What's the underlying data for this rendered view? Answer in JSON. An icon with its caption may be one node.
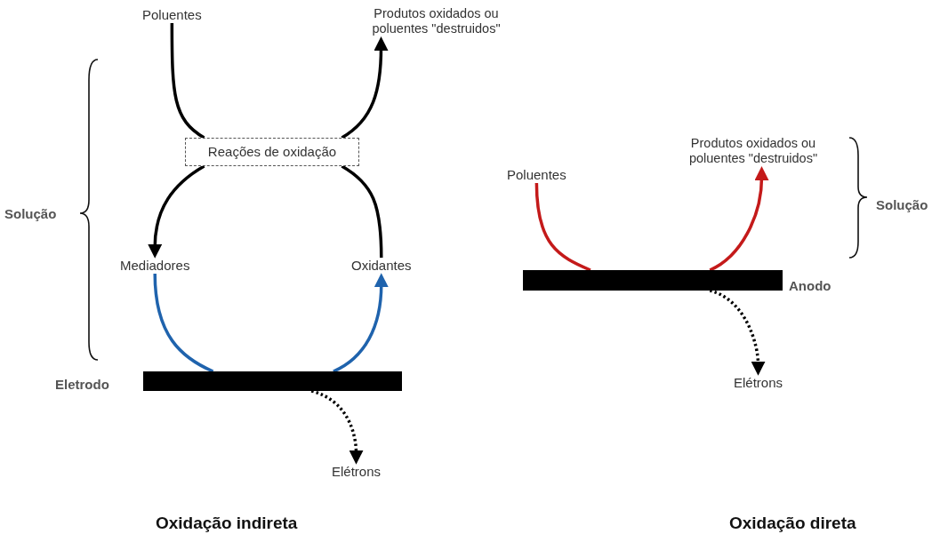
{
  "diagram": {
    "nodes": [
      {
        "text": [
          "Poluentes"
        ]
      },
      {
        "text": [
          "Produtos oxidados ou poluentes \"destruidos\""
        ]
      },
      {
        "text": [
          "Reações de oxidação"
        ]
      },
      {
        "text": [
          "Mediadores"
        ]
      },
      {
        "text": [
          "Oxidantes"
        ]
      },
      {
        "text": [],
        "shape": "bar",
        "beside": [
          "Eletrodo"
        ]
      },
      {
        "text": [
          "Elétrons"
        ]
      },
      {
        "text": [
          "Poluentes"
        ]
      },
      {
        "text": [
          "Produtos oxidados ou poluentes \"destruidos\""
        ]
      },
      {
        "text": [],
        "shape": "bar",
        "beside": [
          "Anodo"
        ]
      },
      {
        "text": [
          "Elétrons"
        ]
      }
    ],
    "edges": [
      {
        "from": 0,
        "to": 2,
        "arrow": "none"
      },
      {
        "from": 2,
        "to": 1,
        "arrow": "to"
      },
      {
        "from": 2,
        "to": 3,
        "arrow": "to"
      },
      {
        "from": 4,
        "to": 2,
        "arrow": "none"
      },
      {
        "from": 3,
        "to": 5,
        "arrow": "none",
        "color": "#1f63ad"
      },
      {
        "from": 5,
        "to": 4,
        "arrow": "to",
        "color": "#1f63ad"
      },
      {
        "from": 5,
        "to": 6,
        "arrow": "to",
        "style": "dashed"
      },
      {
        "from": 7,
        "to": 9,
        "arrow": "none",
        "color": "#c41a1a"
      },
      {
        "from": 9,
        "to": 8,
        "arrow": "to",
        "color": "#c41a1a"
      },
      {
        "from": 9,
        "to": 10,
        "arrow": "to",
        "style": "dashed"
      }
    ],
    "labels": [
      "Solução",
      "Solução",
      "Oxidação indireta",
      "Oxidação direta"
    ]
  }
}
